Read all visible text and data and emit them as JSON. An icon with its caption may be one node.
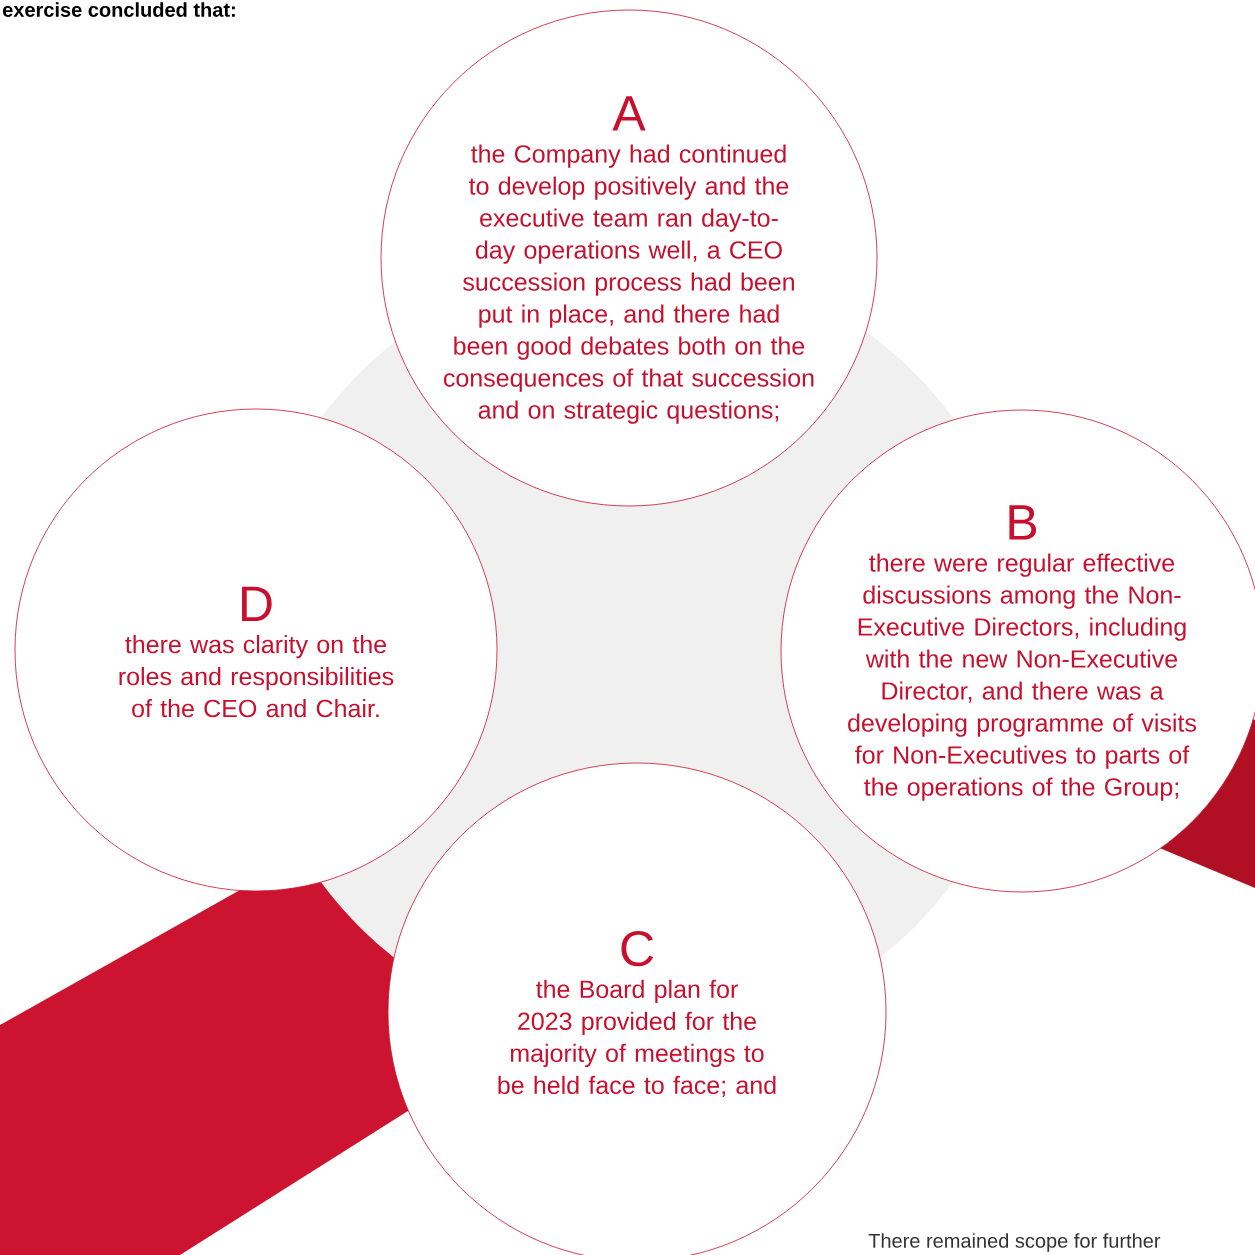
{
  "diagram": {
    "nodes": [
      {
        "text": [
          "A",
          "the Company had continued to develop positively and the executive team ran day-to-day operations well, a CEO succession process had been put in place, and there had been good debates both on the consequences of that succession and on strategic questions;"
        ]
      },
      {
        "text": [
          "B",
          "there were regular effective discussions among the Non-Executive Directors, including with the new Non-Executive Director, and there was a developing programme of visits for Non-Executives to parts of the operations of the Group;"
        ]
      },
      {
        "text": [
          "C",
          "the Board plan for 2023 provided for the majority of meetings to be held face to face; and"
        ]
      },
      {
        "text": [
          "D",
          "there was clarity on the roles and responsibilities of the CEO and Chair."
        ]
      }
    ],
    "labels": [
      "exercise concluded that:",
      "There remained scope for further"
    ]
  }
}
